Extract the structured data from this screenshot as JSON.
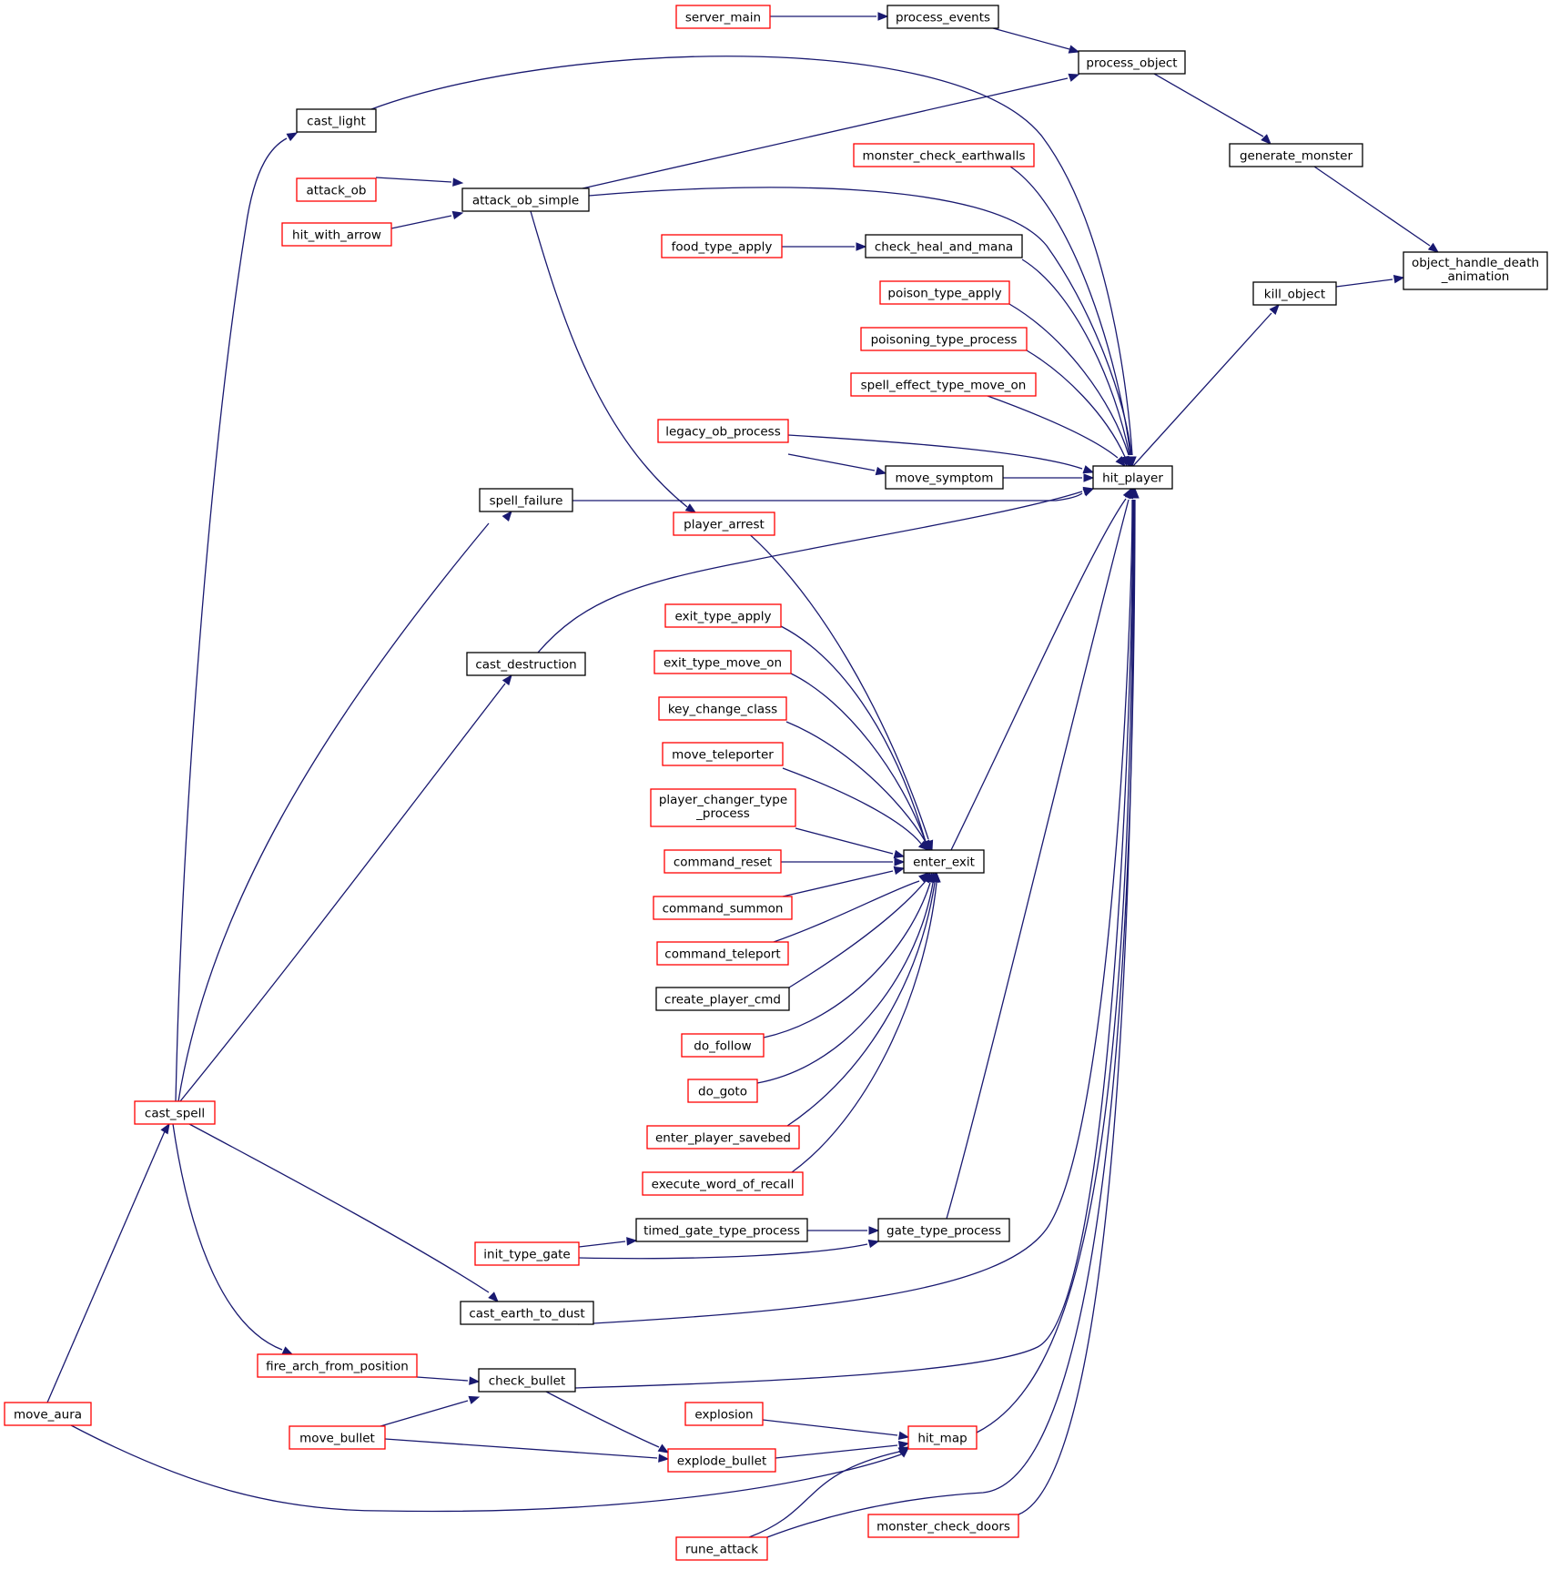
{
  "colors": {
    "edge": "#191970",
    "node_border_black": "#000000",
    "node_border_red": "#ff0000",
    "root_fill": "#bfbfbf"
  },
  "nodes": {
    "server_main": {
      "label": "server_main",
      "border": "red"
    },
    "process_events": {
      "label": "process_events",
      "border": "black"
    },
    "process_object": {
      "label": "process_object",
      "border": "black"
    },
    "cast_light": {
      "label": "cast_light",
      "border": "black"
    },
    "generate_monster": {
      "label": "generate_monster",
      "border": "black"
    },
    "monster_check_earthwalls": {
      "label": "monster_check_earthwalls",
      "border": "red"
    },
    "attack_ob": {
      "label": "attack_ob",
      "border": "red"
    },
    "attack_ob_simple": {
      "label": "attack_ob_simple",
      "border": "black"
    },
    "hit_with_arrow": {
      "label": "hit_with_arrow",
      "border": "red"
    },
    "food_type_apply": {
      "label": "food_type_apply",
      "border": "red"
    },
    "check_heal_and_mana": {
      "label": "check_heal_and_mana",
      "border": "black"
    },
    "object_handle_death_animation": {
      "label": "object_handle_death",
      "label2": "_animation",
      "border": "black",
      "root": true
    },
    "kill_object": {
      "label": "kill_object",
      "border": "black"
    },
    "poison_type_apply": {
      "label": "poison_type_apply",
      "border": "red"
    },
    "poisoning_type_process": {
      "label": "poisoning_type_process",
      "border": "red"
    },
    "spell_effect_type_move_on": {
      "label": "spell_effect_type_move_on",
      "border": "red"
    },
    "legacy_ob_process": {
      "label": "legacy_ob_process",
      "border": "red"
    },
    "hit_player": {
      "label": "hit_player",
      "border": "black"
    },
    "move_symptom": {
      "label": "move_symptom",
      "border": "black"
    },
    "spell_failure": {
      "label": "spell_failure",
      "border": "black"
    },
    "player_arrest": {
      "label": "player_arrest",
      "border": "red"
    },
    "exit_type_apply": {
      "label": "exit_type_apply",
      "border": "red"
    },
    "cast_destruction": {
      "label": "cast_destruction",
      "border": "black"
    },
    "exit_type_move_on": {
      "label": "exit_type_move_on",
      "border": "red"
    },
    "key_change_class": {
      "label": "key_change_class",
      "border": "red"
    },
    "move_teleporter": {
      "label": "move_teleporter",
      "border": "red"
    },
    "player_changer_type_process": {
      "label": "player_changer_type",
      "label2": "_process",
      "border": "red"
    },
    "command_reset": {
      "label": "command_reset",
      "border": "red"
    },
    "enter_exit": {
      "label": "enter_exit",
      "border": "black"
    },
    "command_summon": {
      "label": "command_summon",
      "border": "red"
    },
    "command_teleport": {
      "label": "command_teleport",
      "border": "red"
    },
    "create_player_cmd": {
      "label": "create_player_cmd",
      "border": "black"
    },
    "do_follow": {
      "label": "do_follow",
      "border": "red"
    },
    "do_goto": {
      "label": "do_goto",
      "border": "red"
    },
    "cast_spell": {
      "label": "cast_spell",
      "border": "red"
    },
    "enter_player_savebed": {
      "label": "enter_player_savebed",
      "border": "red"
    },
    "execute_word_of_recall": {
      "label": "execute_word_of_recall",
      "border": "red"
    },
    "timed_gate_type_process": {
      "label": "timed_gate_type_process",
      "border": "black"
    },
    "gate_type_process": {
      "label": "gate_type_process",
      "border": "black"
    },
    "init_type_gate": {
      "label": "init_type_gate",
      "border": "red"
    },
    "cast_earth_to_dust": {
      "label": "cast_earth_to_dust",
      "border": "black"
    },
    "fire_arch_from_position": {
      "label": "fire_arch_from_position",
      "border": "red"
    },
    "check_bullet": {
      "label": "check_bullet",
      "border": "black"
    },
    "move_aura": {
      "label": "move_aura",
      "border": "red"
    },
    "explosion": {
      "label": "explosion",
      "border": "red"
    },
    "move_bullet": {
      "label": "move_bullet",
      "border": "red"
    },
    "hit_map": {
      "label": "hit_map",
      "border": "red"
    },
    "explode_bullet": {
      "label": "explode_bullet",
      "border": "red"
    },
    "monster_check_doors": {
      "label": "monster_check_doors",
      "border": "red"
    },
    "rune_attack": {
      "label": "rune_attack",
      "border": "red"
    }
  }
}
